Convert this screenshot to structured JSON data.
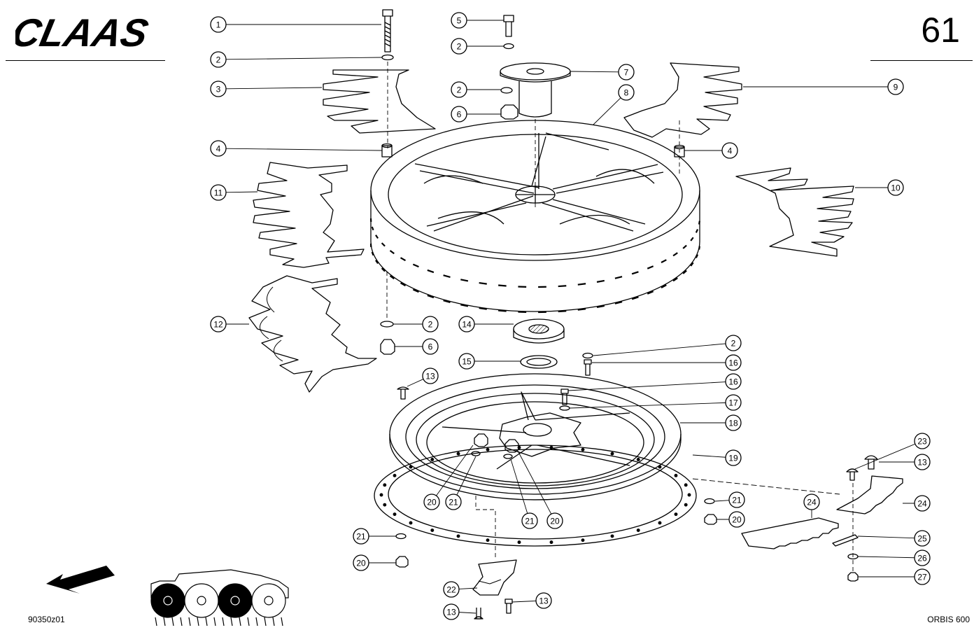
{
  "header": {
    "brand": "CLAAS",
    "page_number": "61"
  },
  "footer": {
    "drawing_id": "90350z01",
    "model": "ORBIS 600"
  },
  "callouts": [
    {
      "id": "c1",
      "label": "1"
    },
    {
      "id": "c2a",
      "label": "2"
    },
    {
      "id": "c3",
      "label": "3"
    },
    {
      "id": "c4a",
      "label": "4"
    },
    {
      "id": "c11",
      "label": "11"
    },
    {
      "id": "c12",
      "label": "12"
    },
    {
      "id": "c5",
      "label": "5"
    },
    {
      "id": "c2b",
      "label": "2"
    },
    {
      "id": "c7",
      "label": "7"
    },
    {
      "id": "c2c",
      "label": "2"
    },
    {
      "id": "c8",
      "label": "8"
    },
    {
      "id": "c6a",
      "label": "6"
    },
    {
      "id": "c9",
      "label": "9"
    },
    {
      "id": "c4b",
      "label": "4"
    },
    {
      "id": "c10",
      "label": "10"
    },
    {
      "id": "c2d",
      "label": "2"
    },
    {
      "id": "c6b",
      "label": "6"
    },
    {
      "id": "c14",
      "label": "14"
    },
    {
      "id": "c15",
      "label": "15"
    },
    {
      "id": "c2e",
      "label": "2"
    },
    {
      "id": "c16a",
      "label": "16"
    },
    {
      "id": "c16b",
      "label": "16"
    },
    {
      "id": "c13a",
      "label": "13"
    },
    {
      "id": "c17",
      "label": "17"
    },
    {
      "id": "c18",
      "label": "18"
    },
    {
      "id": "c19",
      "label": "19"
    },
    {
      "id": "c23",
      "label": "23"
    },
    {
      "id": "c13b",
      "label": "13"
    },
    {
      "id": "c24a",
      "label": "24"
    },
    {
      "id": "c24b",
      "label": "24"
    },
    {
      "id": "c21a",
      "label": "21"
    },
    {
      "id": "c20a",
      "label": "20"
    },
    {
      "id": "c20b",
      "label": "20"
    },
    {
      "id": "c21b",
      "label": "21"
    },
    {
      "id": "c21c",
      "label": "21"
    },
    {
      "id": "c20c",
      "label": "20"
    },
    {
      "id": "c21d",
      "label": "21"
    },
    {
      "id": "c20d",
      "label": "20"
    },
    {
      "id": "c25",
      "label": "25"
    },
    {
      "id": "c26",
      "label": "26"
    },
    {
      "id": "c27",
      "label": "27"
    },
    {
      "id": "c22",
      "label": "22"
    },
    {
      "id": "c13c",
      "label": "13"
    },
    {
      "id": "c13d",
      "label": "13"
    }
  ]
}
